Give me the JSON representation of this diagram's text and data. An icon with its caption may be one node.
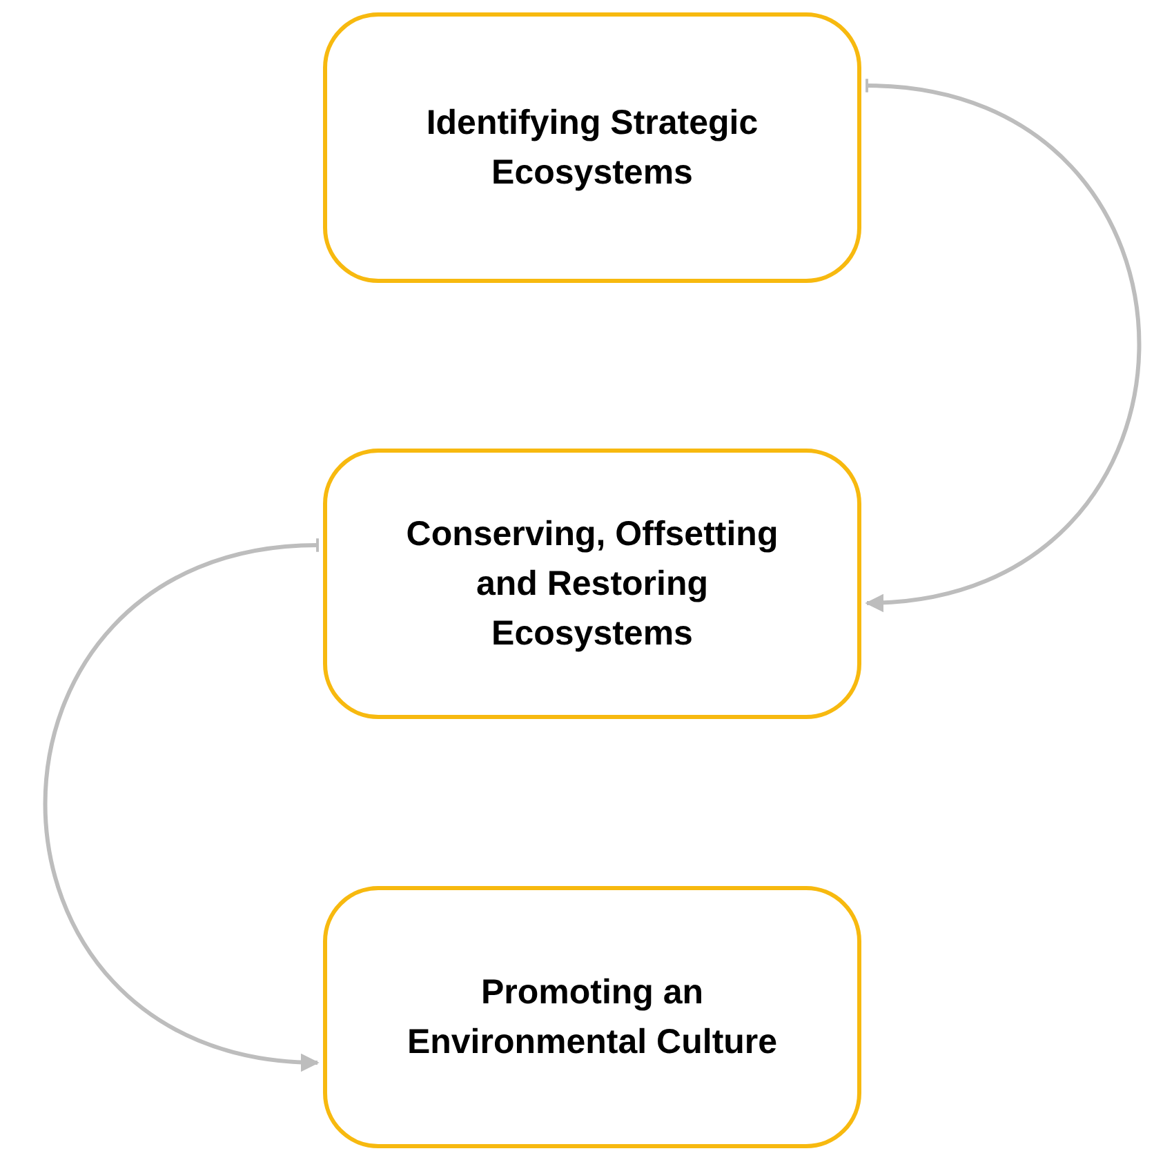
{
  "diagram": {
    "nodes": [
      {
        "text": [
          "Identifying Strategic Ecosystems"
        ]
      },
      {
        "text": [
          "Conserving, Offsetting and Restoring Ecosystems"
        ]
      },
      {
        "text": [
          "Promoting an Environmental Culture"
        ]
      }
    ],
    "edges": [
      {
        "from": 0,
        "to": 1,
        "arrow": "to"
      },
      {
        "from": 1,
        "to": 2,
        "arrow": "to"
      }
    ]
  }
}
